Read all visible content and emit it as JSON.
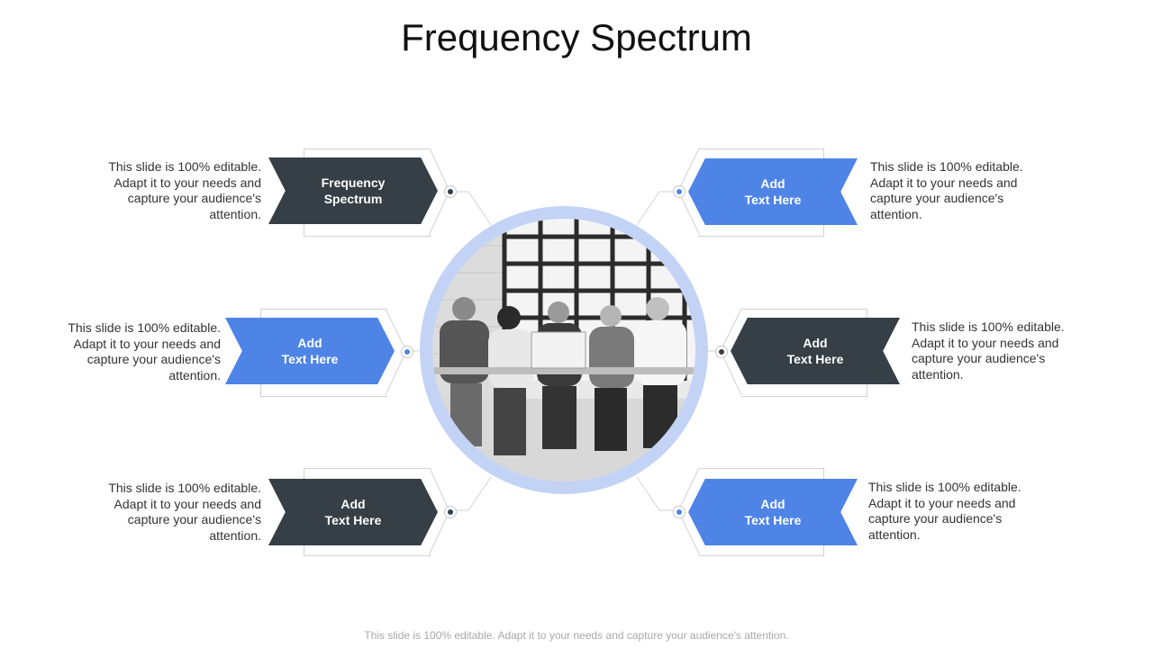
{
  "title": "Frequency Spectrum",
  "footer": "This slide is 100% editable. Adapt it to your needs and capture your audience's attention.",
  "colors": {
    "dark": "#363f46",
    "blue": "#4e84e6",
    "ring": "#c3d3f5"
  },
  "items": [
    {
      "label": "Frequency\nSpectrum",
      "desc": "This slide is 100% editable. Adapt it to your needs and capture your audience's attention."
    },
    {
      "label": "Add\nText Here",
      "desc": "This slide is 100% editable. Adapt it to your needs and capture your audience's attention."
    },
    {
      "label": "Add\nText Here",
      "desc": "This slide is 100% editable. Adapt it to your needs and capture your audience's attention."
    },
    {
      "label": "Add\nText Here",
      "desc": "This slide is 100% editable. Adapt it to your needs and capture your audience's attention."
    },
    {
      "label": "Add\nText Here",
      "desc": "This slide is 100% editable. Adapt it to your needs and capture your audience's attention."
    },
    {
      "label": "Add\nText Here",
      "desc": "This slide is 100% editable. Adapt it to your needs and capture your audience's attention."
    }
  ],
  "image": "team-meeting-photo"
}
